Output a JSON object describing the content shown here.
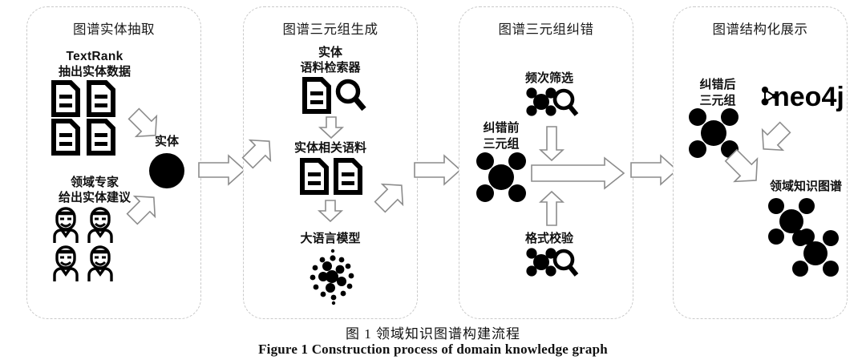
{
  "figure": {
    "caption_cn": "图 1    领域知识图谱构建流程",
    "caption_en": "Figure 1    Construction process of domain knowledge graph"
  },
  "panels": [
    {
      "id": "entity-extraction",
      "title": "图谱实体抽取",
      "labels": {
        "textrank": "TextRank",
        "textrank_sub": "抽出实体数据",
        "expert": "领域专家",
        "expert_sub": "给出实体建议",
        "entity": "实体"
      },
      "icons": [
        "document-icon",
        "document-icon",
        "document-icon",
        "document-icon",
        "expert-icon",
        "expert-icon",
        "expert-icon",
        "expert-icon",
        "entity-node-icon"
      ]
    },
    {
      "id": "triple-generation",
      "title": "图谱三元组生成",
      "labels": {
        "retriever": "实体",
        "retriever_sub": "语料检索器",
        "corpus": "实体相关语料",
        "llm": "大语言模型"
      },
      "icons": [
        "document-icon",
        "search-icon",
        "document-icon",
        "document-icon",
        "llm-icon"
      ]
    },
    {
      "id": "triple-correction",
      "title": "图谱三元组纠错",
      "labels": {
        "freq_filter": "频次筛选",
        "before": "纠错前",
        "before_sub": "三元组",
        "format_check": "格式校验"
      },
      "icons": [
        "triple-search-icon",
        "triple-node-icon",
        "triple-search-icon"
      ]
    },
    {
      "id": "graph-display",
      "title": "图谱结构化展示",
      "labels": {
        "after": "纠错后",
        "after_sub": "三元组",
        "neo4j": "neo4j",
        "kg": "领域知识图谱"
      },
      "icons": [
        "triple-node-icon",
        "neo4j-logo-icon",
        "knowledge-graph-icon"
      ]
    }
  ],
  "flow_arrows": [
    {
      "name": "arrow-panel1-to-panel2",
      "direction": "right"
    },
    {
      "name": "arrow-panel2-to-panel3",
      "direction": "right"
    },
    {
      "name": "arrow-panel3-to-panel4",
      "direction": "right"
    }
  ],
  "colors": {
    "panel_border": "#c9c9c9",
    "arrow_stroke": "#8c8c8c",
    "ink": "#000000",
    "background": "#ffffff"
  }
}
